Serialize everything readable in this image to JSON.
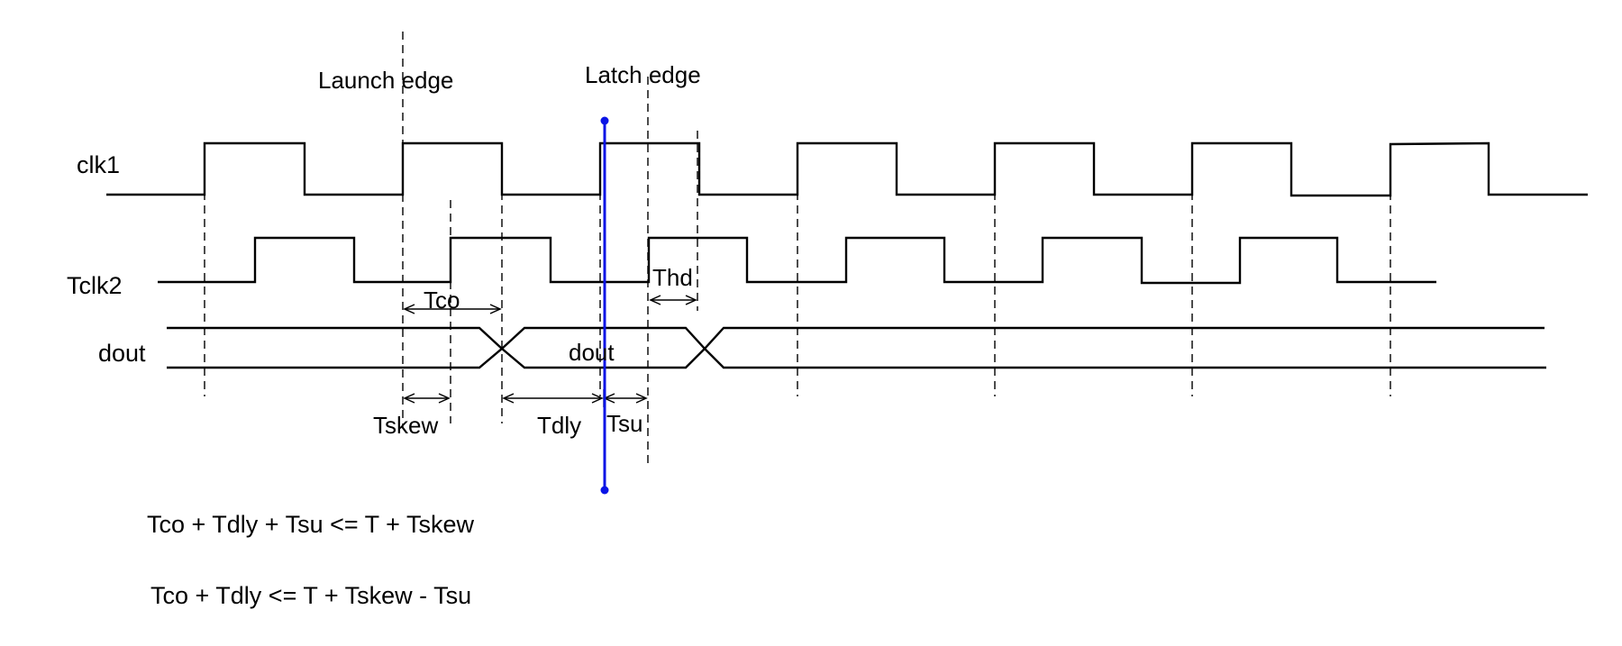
{
  "signals": {
    "clk1": "clk1",
    "tclk2": "Tclk2",
    "dout": "dout"
  },
  "edges": {
    "launch": "Launch edge",
    "latch": "Latch edge"
  },
  "data_window_label": "dout",
  "timing_labels": {
    "tco": "Tco",
    "thd": "Thd",
    "tskew": "Tskew",
    "tdly": "Tdly",
    "tsu": "Tsu"
  },
  "equations": [
    "Tco + Tdly + Tsu <= T + Tskew",
    "Tco + Tdly <= T + Tskew - Tsu"
  ],
  "colors": {
    "marker": "#0a14e6",
    "line": "#000000"
  }
}
